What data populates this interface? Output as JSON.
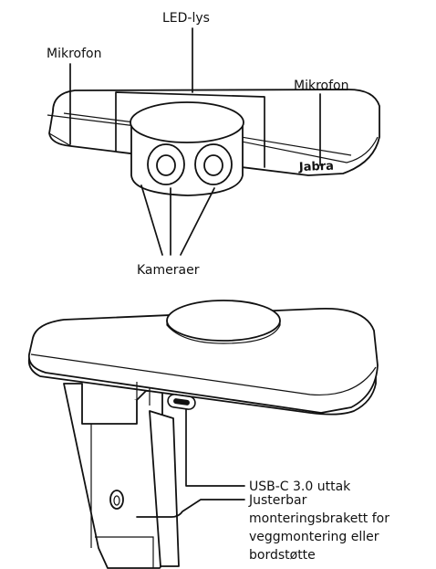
{
  "labels": {
    "led": "LED-lys",
    "mic_left": "Mikrofon",
    "mic_right": "Mikrofon",
    "cameras": "Kameraer",
    "usb": "USB-C 3.0 uttak",
    "bracket_line1": "Justerbar",
    "bracket_line2": "monteringsbrakett for",
    "bracket_line3": "veggmontering eller",
    "bracket_line4": "bordstøtte"
  },
  "device": {
    "brand": "Jabra"
  }
}
